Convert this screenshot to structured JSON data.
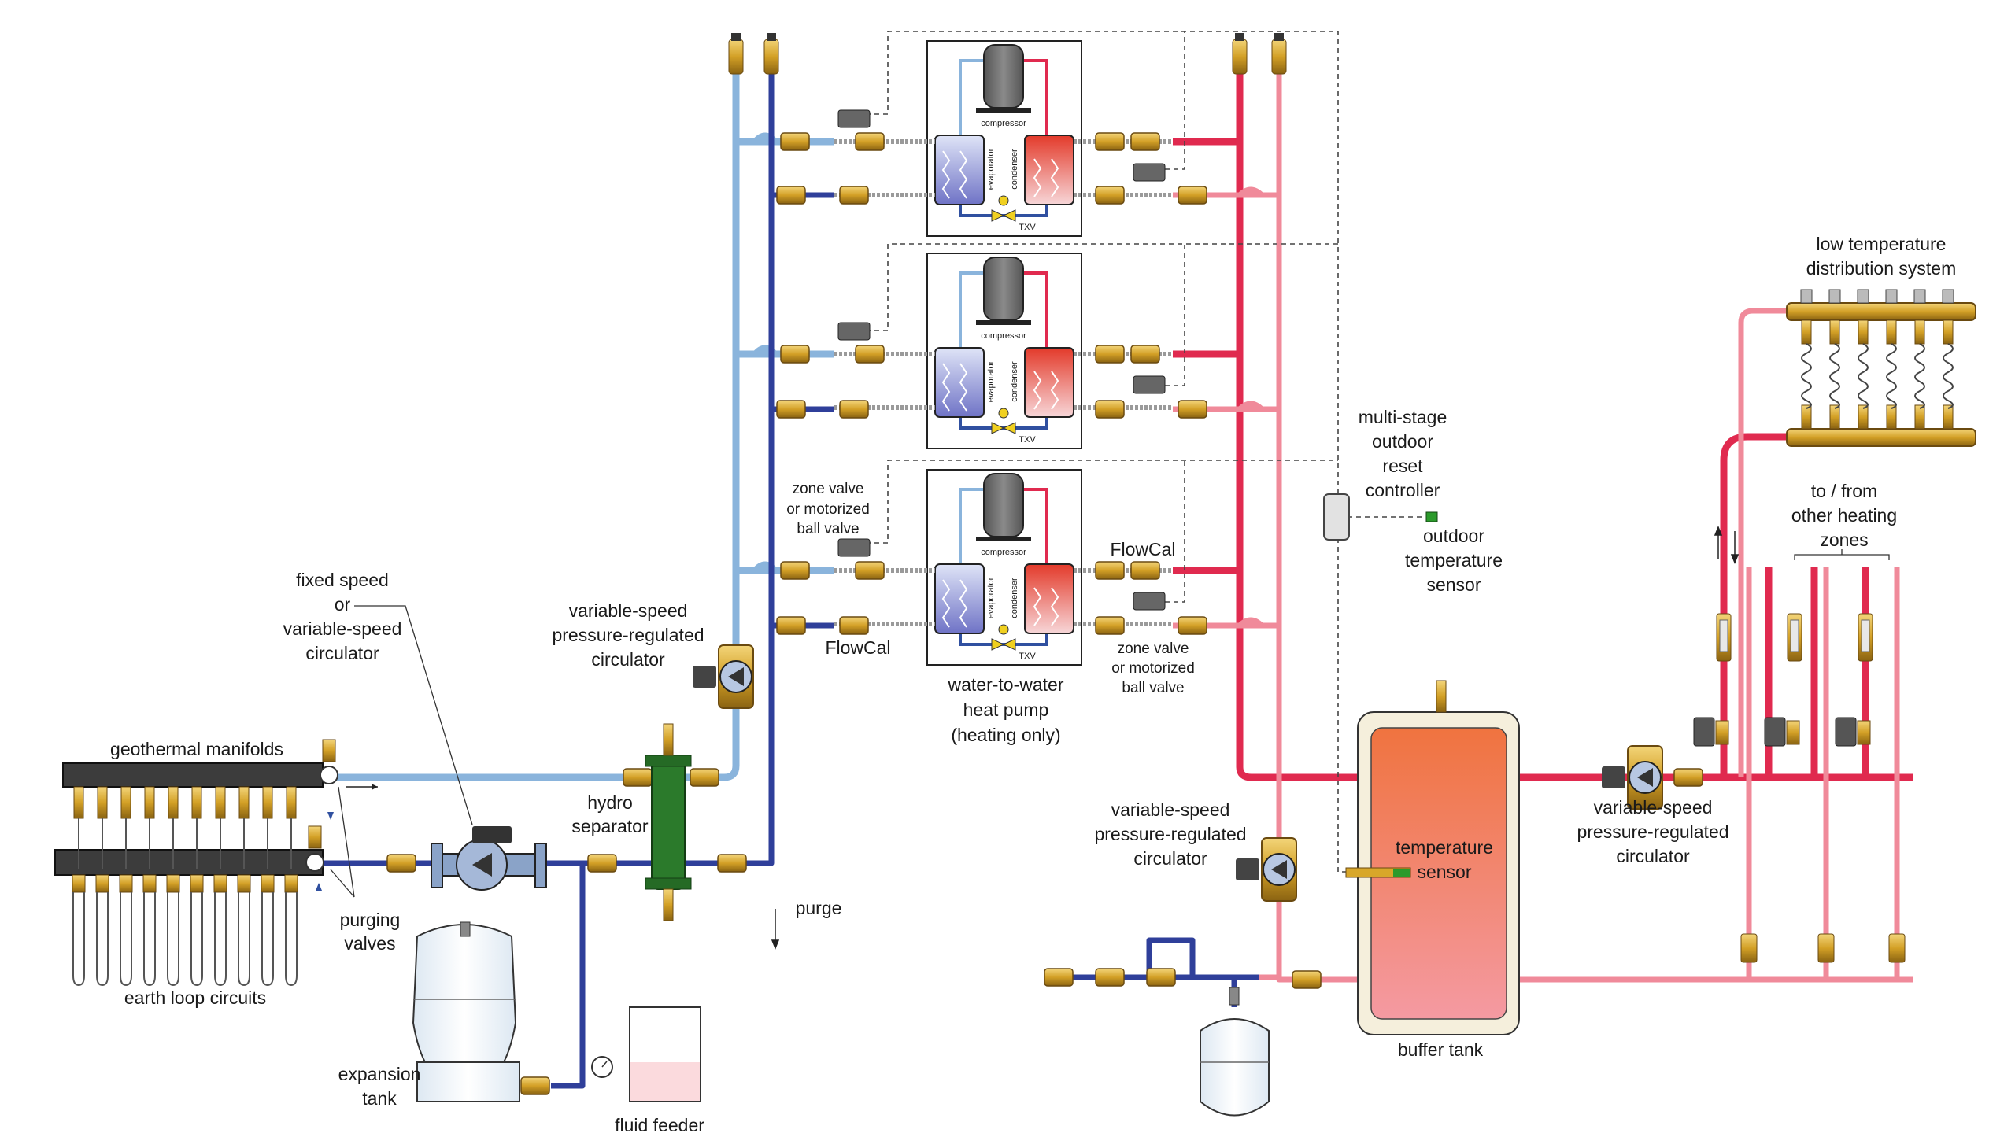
{
  "colors": {
    "cold": "#8ab4dc",
    "cold_dark": "#2f3f9a",
    "hot": "#e02a4f",
    "hot_light": "#f08a9a",
    "brass": "#d8a72a",
    "brass_dark": "#7a5a10",
    "steel": "#8a8a8a",
    "green": "#2b7a2b",
    "buffer_fill": "#f3765a",
    "tank_bg": "#f5efdc"
  },
  "labels": {
    "fixed_speed": "fixed speed",
    "or": "or",
    "variable_speed": "variable-speed",
    "circulator": "circulator",
    "geothermal_manifolds": "geothermal manifolds",
    "purging": "purging",
    "valves": "valves",
    "earth_loop": "earth loop circuits",
    "expansion": "expansion",
    "tank": "tank",
    "fluid_feeder": "fluid feeder",
    "hydro": "hydro",
    "separator": "separator",
    "purge": "purge",
    "vs_prc_1a": "variable-speed",
    "vs_prc_1b": "pressure-regulated",
    "vs_prc_1c": "circulator",
    "zone_valve_1a": "zone valve",
    "zone_valve_1b": "or motorized",
    "zone_valve_1c": "ball valve",
    "zone_valve_2a": "zone valve",
    "zone_valve_2b": "or motorized",
    "zone_valve_2c": "ball valve",
    "flowcal_left": "FlowCal",
    "flowcal_right": "FlowCal",
    "wtw_a": "water-to-water",
    "wtw_b": "heat pump",
    "wtw_c": "(heating only)",
    "compressor": "compressor",
    "evaporator": "evaporator",
    "condenser": "condenser",
    "txv": "TXV",
    "controller_a": "multi-stage",
    "controller_b": "outdoor",
    "controller_c": "reset",
    "controller_d": "controller",
    "outdoor_a": "outdoor",
    "outdoor_b": "temperature",
    "outdoor_c": "sensor",
    "vs_prc_2a": "variable-speed",
    "vs_prc_2b": "pressure-regulated",
    "vs_prc_2c": "circulator",
    "temp_sensor_a": "temperature",
    "temp_sensor_b": "sensor",
    "buffer_tank": "buffer tank",
    "vs_prc_3a": "variable-speed",
    "vs_prc_3b": "pressure-regulated",
    "vs_prc_3c": "circulator",
    "low_temp_a": "low temperature",
    "low_temp_b": "distribution system",
    "other_zones_a": "to / from",
    "other_zones_b": "other heating",
    "other_zones_c": "zones"
  }
}
